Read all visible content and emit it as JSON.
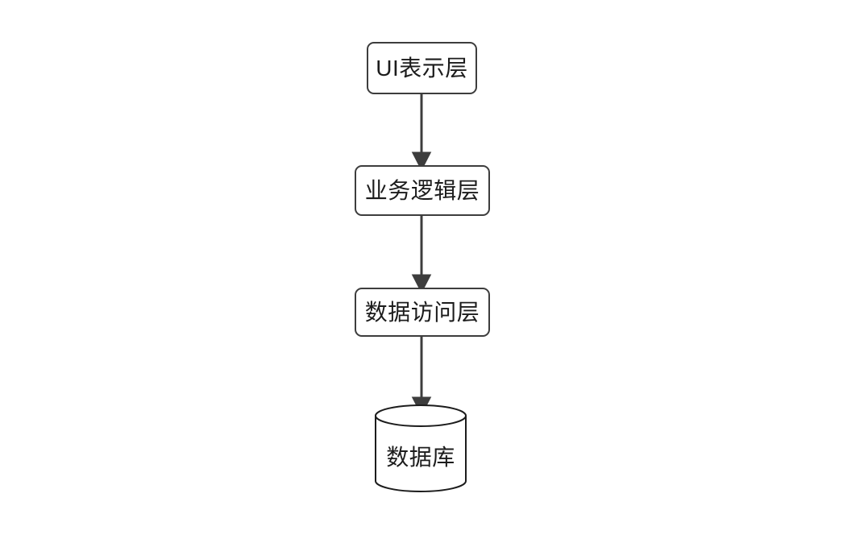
{
  "diagram": {
    "type": "flowchart",
    "direction": "top-to-bottom",
    "background_color": "#ffffff",
    "node_border_color": "#3d3d3d",
    "node_fill_color": "#ffffff",
    "text_color": "#1c1c1c",
    "edge_color": "#3d3d3d",
    "nodes": [
      {
        "id": "ui-layer",
        "label": "UI表示层",
        "shape": "rounded-rectangle"
      },
      {
        "id": "biz-layer",
        "label": "业务逻辑层",
        "shape": "rounded-rectangle"
      },
      {
        "id": "data-layer",
        "label": "数据访问层",
        "shape": "rounded-rectangle"
      },
      {
        "id": "database",
        "label": "数据库",
        "shape": "cylinder"
      }
    ],
    "edges": [
      {
        "id": "edge-ui-to-biz",
        "from": "ui-layer",
        "to": "biz-layer",
        "arrow": "filled-triangle"
      },
      {
        "id": "edge-biz-to-data",
        "from": "biz-layer",
        "to": "data-layer",
        "arrow": "filled-triangle"
      },
      {
        "id": "edge-data-to-db",
        "from": "data-layer",
        "to": "database",
        "arrow": "filled-triangle"
      }
    ]
  }
}
